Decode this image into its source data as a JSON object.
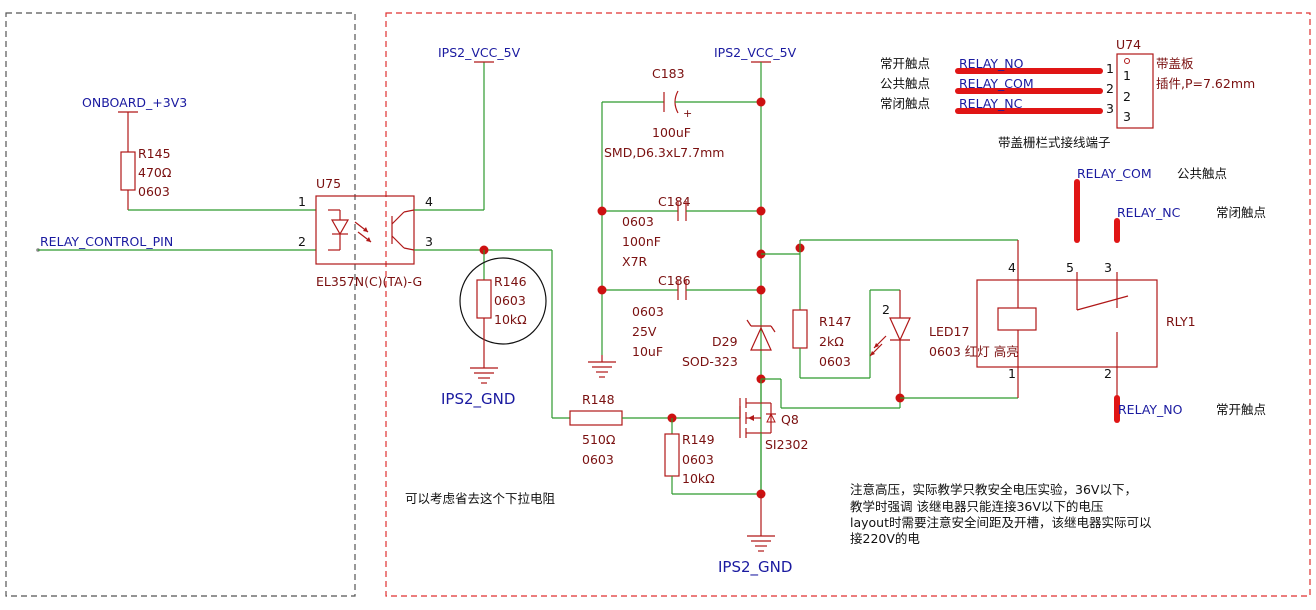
{
  "nets": {
    "onboard_3v3": "ONBOARD_+3V3",
    "relay_control_pin": "RELAY_CONTROL_PIN",
    "ips2_vcc_5v": "IPS2_VCC_5V",
    "ips2_gnd": "IPS2_GND",
    "relay_no": "RELAY_NO",
    "relay_com": "RELAY_COM",
    "relay_nc": "RELAY_NC"
  },
  "components": {
    "r145": {
      "ref": "R145",
      "value": "470Ω",
      "pkg": "0603"
    },
    "u75": {
      "ref": "U75",
      "part": "EL357N(C)(TA)-G",
      "pins": [
        "1",
        "2",
        "3",
        "4"
      ]
    },
    "r146": {
      "ref": "R146",
      "pkg": "0603",
      "value": "10kΩ"
    },
    "c183": {
      "ref": "C183",
      "value": "100uF",
      "pkg": "SMD,D6.3xL7.7mm"
    },
    "c184": {
      "ref": "C184",
      "pkg": "0603",
      "value": "100nF",
      "dielectric": "X7R"
    },
    "c186": {
      "ref": "C186",
      "pkg": "0603",
      "voltage": "25V",
      "value": "10uF"
    },
    "d29": {
      "ref": "D29",
      "pkg": "SOD-323"
    },
    "r147": {
      "ref": "R147",
      "value": "2kΩ",
      "pkg": "0603"
    },
    "led17": {
      "ref": "LED17",
      "desc": "0603 红灯 高亮",
      "pin": "2"
    },
    "r148": {
      "ref": "R148",
      "value": "510Ω",
      "pkg": "0603"
    },
    "r149": {
      "ref": "R149",
      "pkg": "0603",
      "value": "10kΩ"
    },
    "q8": {
      "ref": "Q8",
      "part": "SI2302"
    },
    "rly1": {
      "ref": "RLY1",
      "pins": [
        "4",
        "5",
        "3",
        "1",
        "2"
      ]
    },
    "u74": {
      "ref": "U74",
      "note1": "带盖板",
      "note2": "插件,P=7.62mm",
      "caption": "带盖栅栏式接线端子",
      "pins": [
        "1",
        "2",
        "3"
      ]
    }
  },
  "contacts": {
    "no": "常开触点",
    "com": "公共触点",
    "nc": "常闭触点"
  },
  "notes": {
    "pulldown": "可以考虑省去这个下拉电阻",
    "warning_lines": [
      "注意高压，实际教学只教安全电压实验，36V以下，",
      "教学时强调 该继电器只能连接36V以下的电压",
      "layout时需要注意安全间距及开槽，该继电器实际可以",
      "接220V的电"
    ]
  },
  "colors": {
    "wire": "#2e9a2e",
    "part": "#b01818",
    "net_label": "#1a1aa0",
    "high_current": "#e01515"
  }
}
